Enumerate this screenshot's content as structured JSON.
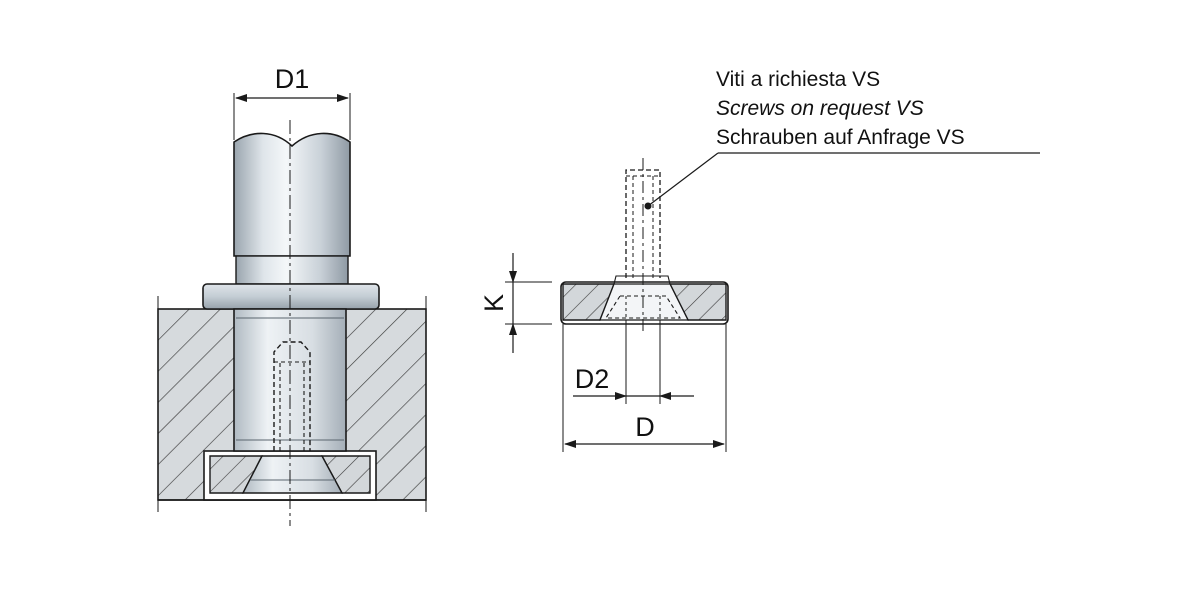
{
  "labels": {
    "d1": "D1",
    "k": "K",
    "d2": "D2",
    "d": "D"
  },
  "note": {
    "line_it": "Viti a richiesta VS",
    "line_en": "Screws on request VS",
    "line_de": "Schrauben auf Anfrage VS"
  },
  "colors": {
    "line": "#1a1a1a",
    "metal_light": "#e8edf1",
    "metal_mid": "#c2ccd4",
    "metal_dark": "#8d99a3",
    "section_fill": "#d6dadd",
    "hatch": "#3a3a3a"
  }
}
